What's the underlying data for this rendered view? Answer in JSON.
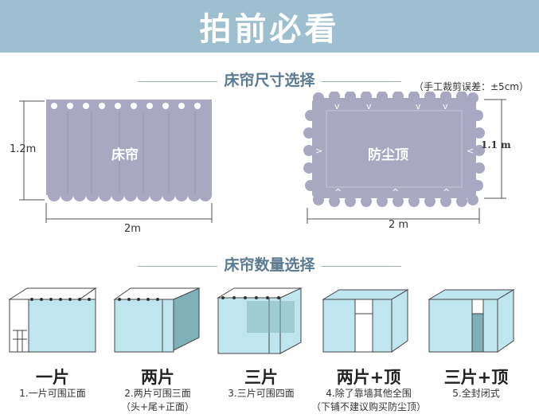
{
  "banner": {
    "title": "拍前必看"
  },
  "size_section": {
    "title": "床帘尺寸选择",
    "tolerance_note": "（手工裁剪误差：±5cm）",
    "curtain": {
      "label": "床帘",
      "height": "1.2m",
      "width": "2m"
    },
    "canopy": {
      "label": "防尘顶",
      "height": "1.1 m",
      "width": "2 m"
    }
  },
  "qty_section": {
    "title": "床帘数量选择",
    "options": [
      {
        "title": "一片",
        "desc1": "1.一片可围正面",
        "desc2": ""
      },
      {
        "title": "两片",
        "desc1": "2.两片可围三面",
        "desc2": "（头+尾+正面）"
      },
      {
        "title": "三片",
        "desc1": "3.三片可围四面",
        "desc2": ""
      },
      {
        "title": "两片+顶",
        "desc1": "4.除了靠墙其他全围",
        "desc2": "（下铺不建议购买防尘顶）"
      },
      {
        "title": "三片+顶",
        "desc1": "5.全封闭式",
        "desc2": ""
      }
    ]
  },
  "colors": {
    "banner": "#9ebfd0",
    "panel": "#a9a8c2",
    "curtain": "#bfe6ee",
    "accent": "#5a7a92"
  }
}
